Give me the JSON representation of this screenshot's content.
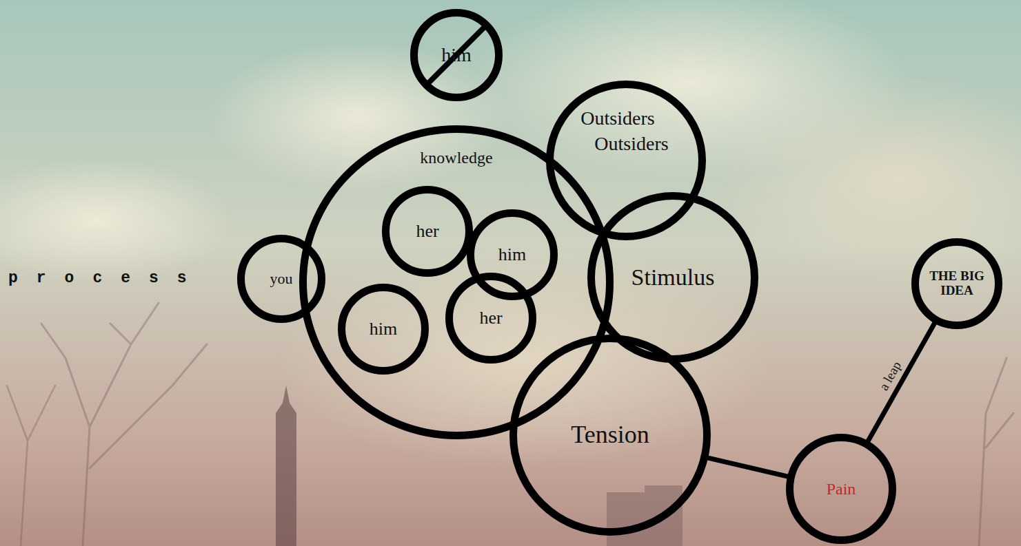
{
  "diagram": {
    "nodes": [
      {
        "text": [
          "him"
        ]
      },
      {
        "text": [
          "knowledge"
        ]
      },
      {
        "text": [
          "her"
        ],
        "in": 1
      },
      {
        "text": [
          "him"
        ],
        "in": 1
      },
      {
        "text": [
          "him"
        ],
        "in": 1
      },
      {
        "text": [
          "her"
        ],
        "in": 1
      },
      {
        "text": [
          "Outsiders",
          "Outsiders"
        ]
      },
      {
        "text": [
          "you"
        ]
      },
      {
        "text": [
          "Stimulus"
        ]
      },
      {
        "text": [
          "Tension"
        ]
      },
      {
        "text": [
          "Pain"
        ]
      },
      {
        "text": [
          "THE BIG IDEA"
        ]
      }
    ],
    "edges": [
      {
        "from": 9,
        "to": 10,
        "arrow": "none"
      },
      {
        "from": 10,
        "to": 11,
        "label": "a leap",
        "arrow": "none"
      }
    ],
    "labels": [
      "process"
    ]
  }
}
